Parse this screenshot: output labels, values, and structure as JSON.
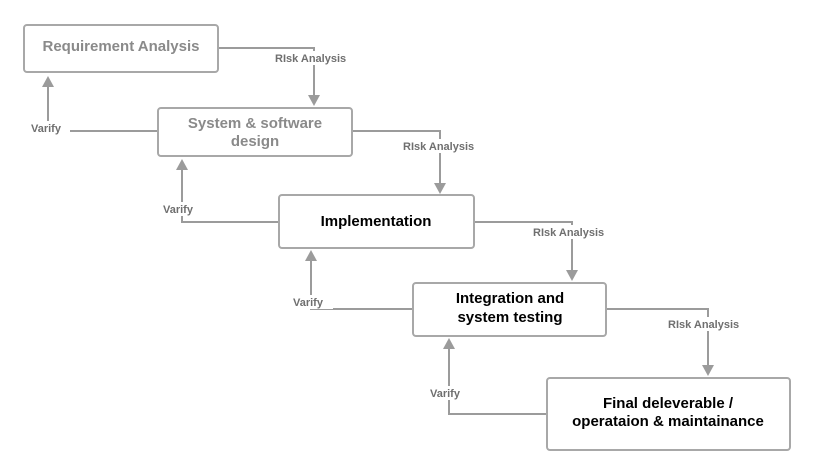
{
  "boxes": [
    {
      "id": "requirement-analysis",
      "lines": [
        "Requirement Analysis"
      ]
    },
    {
      "id": "system-software-design",
      "lines": [
        "System & software",
        "design"
      ]
    },
    {
      "id": "implementation",
      "lines": [
        "Implementation"
      ]
    },
    {
      "id": "integration-testing",
      "lines": [
        "Integration and",
        "system testing"
      ]
    },
    {
      "id": "final-deliverable",
      "lines": [
        "Final deleverable /",
        "operataion & maintainance"
      ]
    }
  ],
  "labels": {
    "risk_1": "RIsk Analysis",
    "risk_2": "RIsk Analysis",
    "risk_3": "RIsk Analysis",
    "risk_4": "RIsk Analysis",
    "verify_1": "Varify",
    "verify_2": "Varify",
    "verify_3": "Varify",
    "verify_4": "Varify"
  },
  "colors": {
    "box_border": "#a8a8a8",
    "connector": "#9b9b9b",
    "faded_text": "#8a8a8a",
    "text": "#000000",
    "label": "#6f6f6f"
  }
}
